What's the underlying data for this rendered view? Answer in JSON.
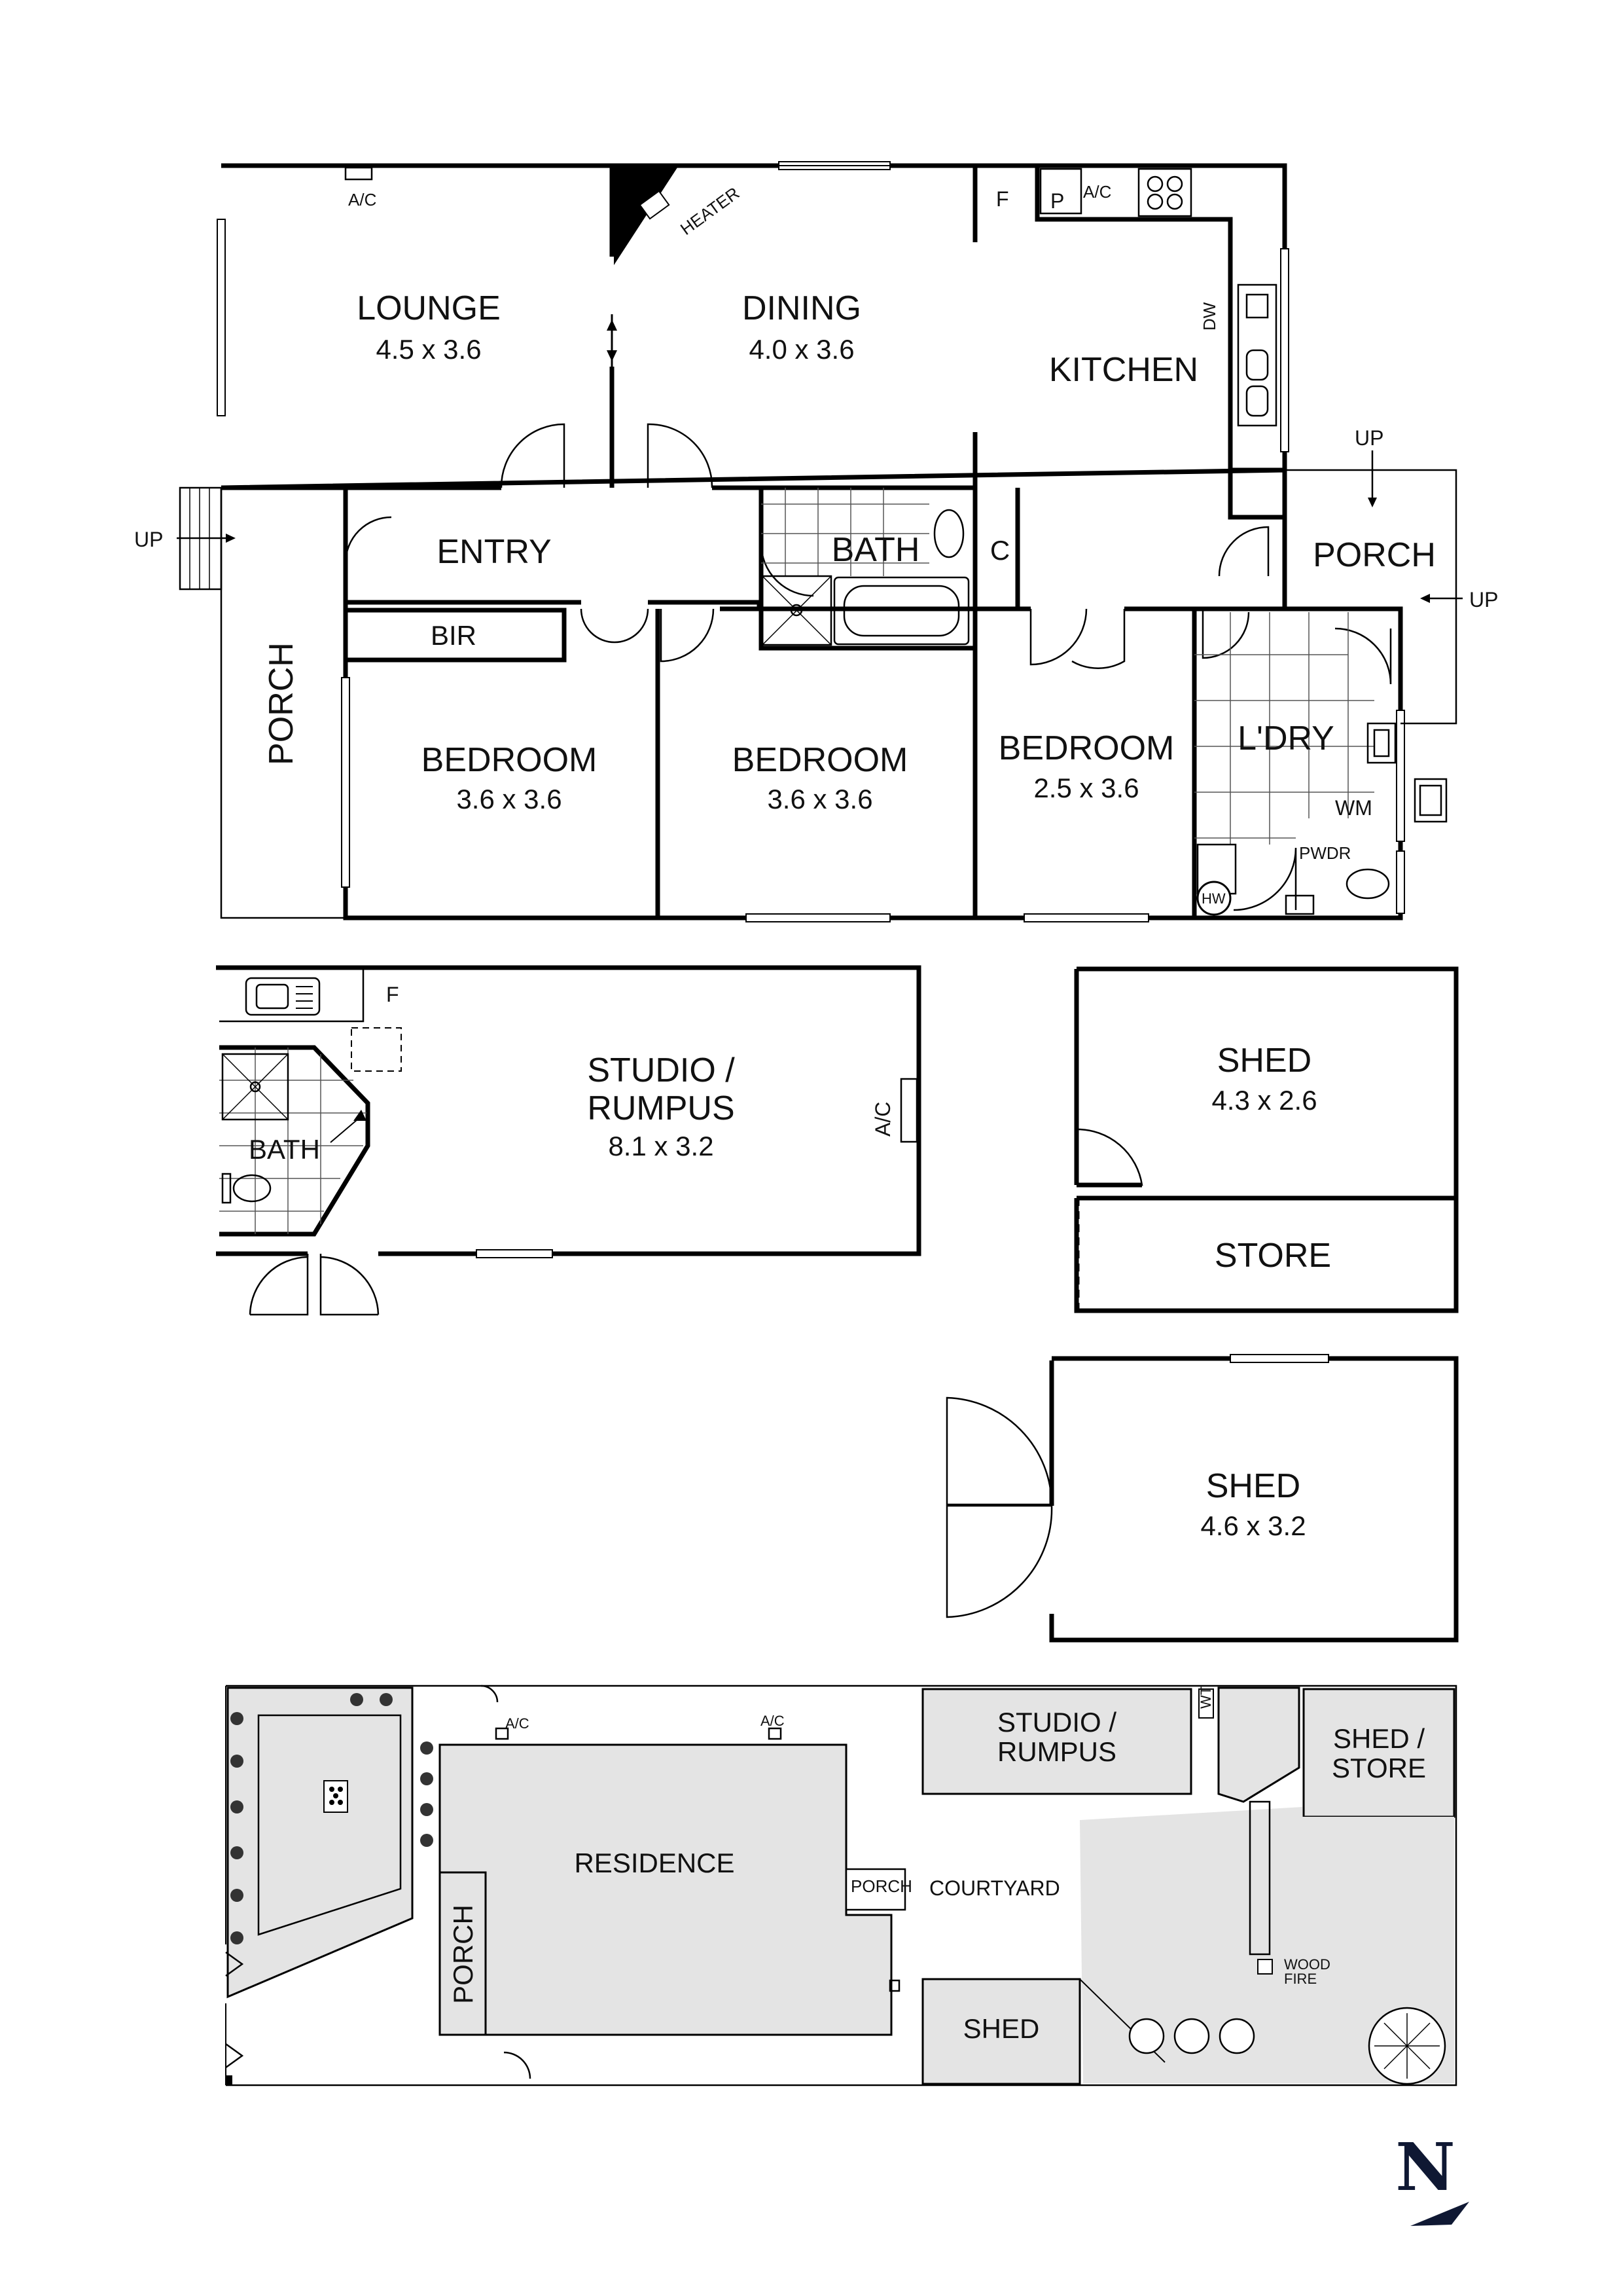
{
  "main_house": {
    "lounge": {
      "name": "LOUNGE",
      "dims": "4.5 x 3.6",
      "ac": "A/C"
    },
    "dining": {
      "name": "DINING",
      "dims": "4.0 x 3.6",
      "heater": "HEATER"
    },
    "kitchen": {
      "name": "KITCHEN",
      "fridge": "F",
      "pantry": "P",
      "ac": "A/C",
      "dishwasher": "DW"
    },
    "entry": {
      "name": "ENTRY"
    },
    "bath": {
      "name": "BATH",
      "cupboard": "C"
    },
    "bir": {
      "name": "BIR"
    },
    "porch_west": {
      "name": "PORCH",
      "up": "UP"
    },
    "porch_east": {
      "name": "PORCH",
      "up_top": "UP",
      "up_side": "UP"
    },
    "bedroom1": {
      "name": "BEDROOM",
      "dims": "3.6 x 3.6"
    },
    "bedroom2": {
      "name": "BEDROOM",
      "dims": "3.6 x 3.6"
    },
    "bedroom3": {
      "name": "BEDROOM",
      "dims": "2.5 x 3.6"
    },
    "laundry": {
      "name": "L'DRY",
      "wm": "WM",
      "pwdr": "PWDR",
      "hw": "HW"
    }
  },
  "studio": {
    "line1": "STUDIO /",
    "line2": "RUMPUS",
    "dims": "8.1 x 3.2",
    "ac": "A/C",
    "fridge": "F",
    "bath": "BATH"
  },
  "shed_store": {
    "shed": "SHED",
    "shed_dims": "4.3 x 2.6",
    "store": "STORE"
  },
  "shed_large": {
    "name": "SHED",
    "dims": "4.6 x 3.2"
  },
  "site_plan": {
    "residence": "RESIDENCE",
    "porch_west": "PORCH",
    "porch_east": "PORCH",
    "ac_1": "A/C",
    "ac_2": "A/C",
    "courtyard": "COURTYARD",
    "studio_line1": "STUDIO /",
    "studio_line2": "RUMPUS",
    "shed_store_line1": "SHED /",
    "shed_store_line2": "STORE",
    "shed": "SHED",
    "wood_fire_line1": "WOOD",
    "wood_fire_line2": "FIRE",
    "wt": "WT"
  },
  "north": {
    "letter": "N"
  }
}
